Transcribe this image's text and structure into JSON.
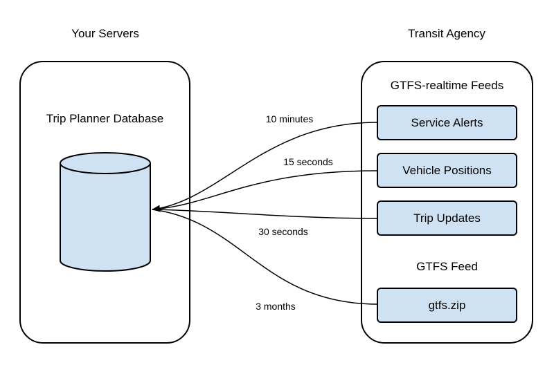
{
  "left": {
    "title": "Your Servers",
    "heading": "Trip Planner Database",
    "icon": "database-icon"
  },
  "right": {
    "title": "Transit Agency",
    "realtime_heading": "GTFS-realtime Feeds",
    "static_heading": "GTFS Feed",
    "feeds": [
      {
        "label": "Service Alerts",
        "interval": "10 minutes"
      },
      {
        "label": "Vehicle Positions",
        "interval": "15 seconds"
      },
      {
        "label": "Trip Updates",
        "interval": "30 seconds"
      },
      {
        "label": "gtfs.zip",
        "interval": "3 months"
      }
    ]
  },
  "colors": {
    "box_fill": "#cfe2f3",
    "stroke": "#000000",
    "background": "#ffffff"
  }
}
